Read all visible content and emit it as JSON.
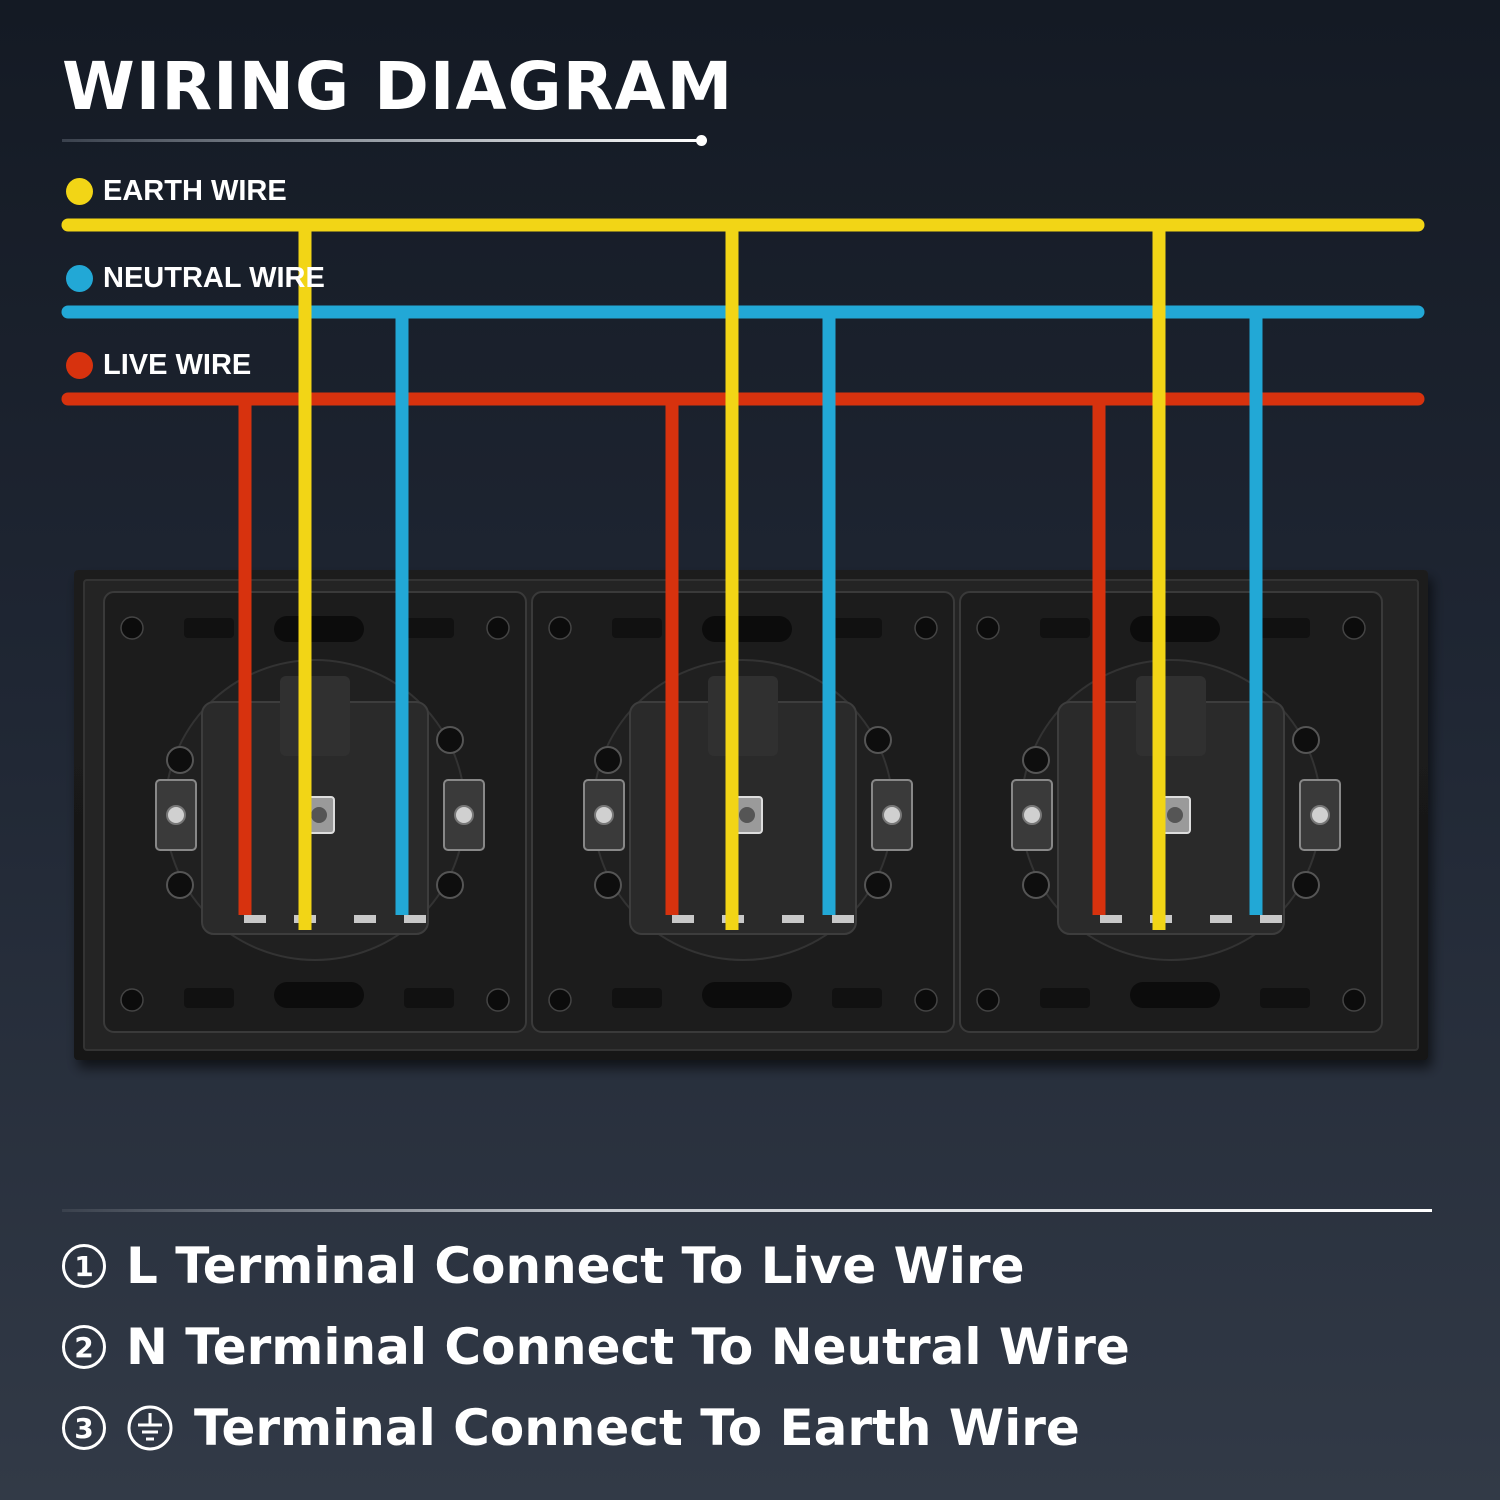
{
  "title": "WIRING DIAGRAM",
  "legend": [
    {
      "label": "EARTH WIRE",
      "color": "#f2d516"
    },
    {
      "label": "NEUTRAL WIRE",
      "color": "#22a8d6"
    },
    {
      "label": "LIVE WIRE",
      "color": "#d7320e"
    }
  ],
  "socket_count": 3,
  "instructions": [
    {
      "number": "1",
      "text": "L Terminal Connect To Live Wire"
    },
    {
      "number": "2",
      "text": "N Terminal Connect To Neutral Wire"
    },
    {
      "number": "3",
      "symbol": "earth-icon",
      "text": "Terminal Connect To Earth Wire"
    }
  ]
}
